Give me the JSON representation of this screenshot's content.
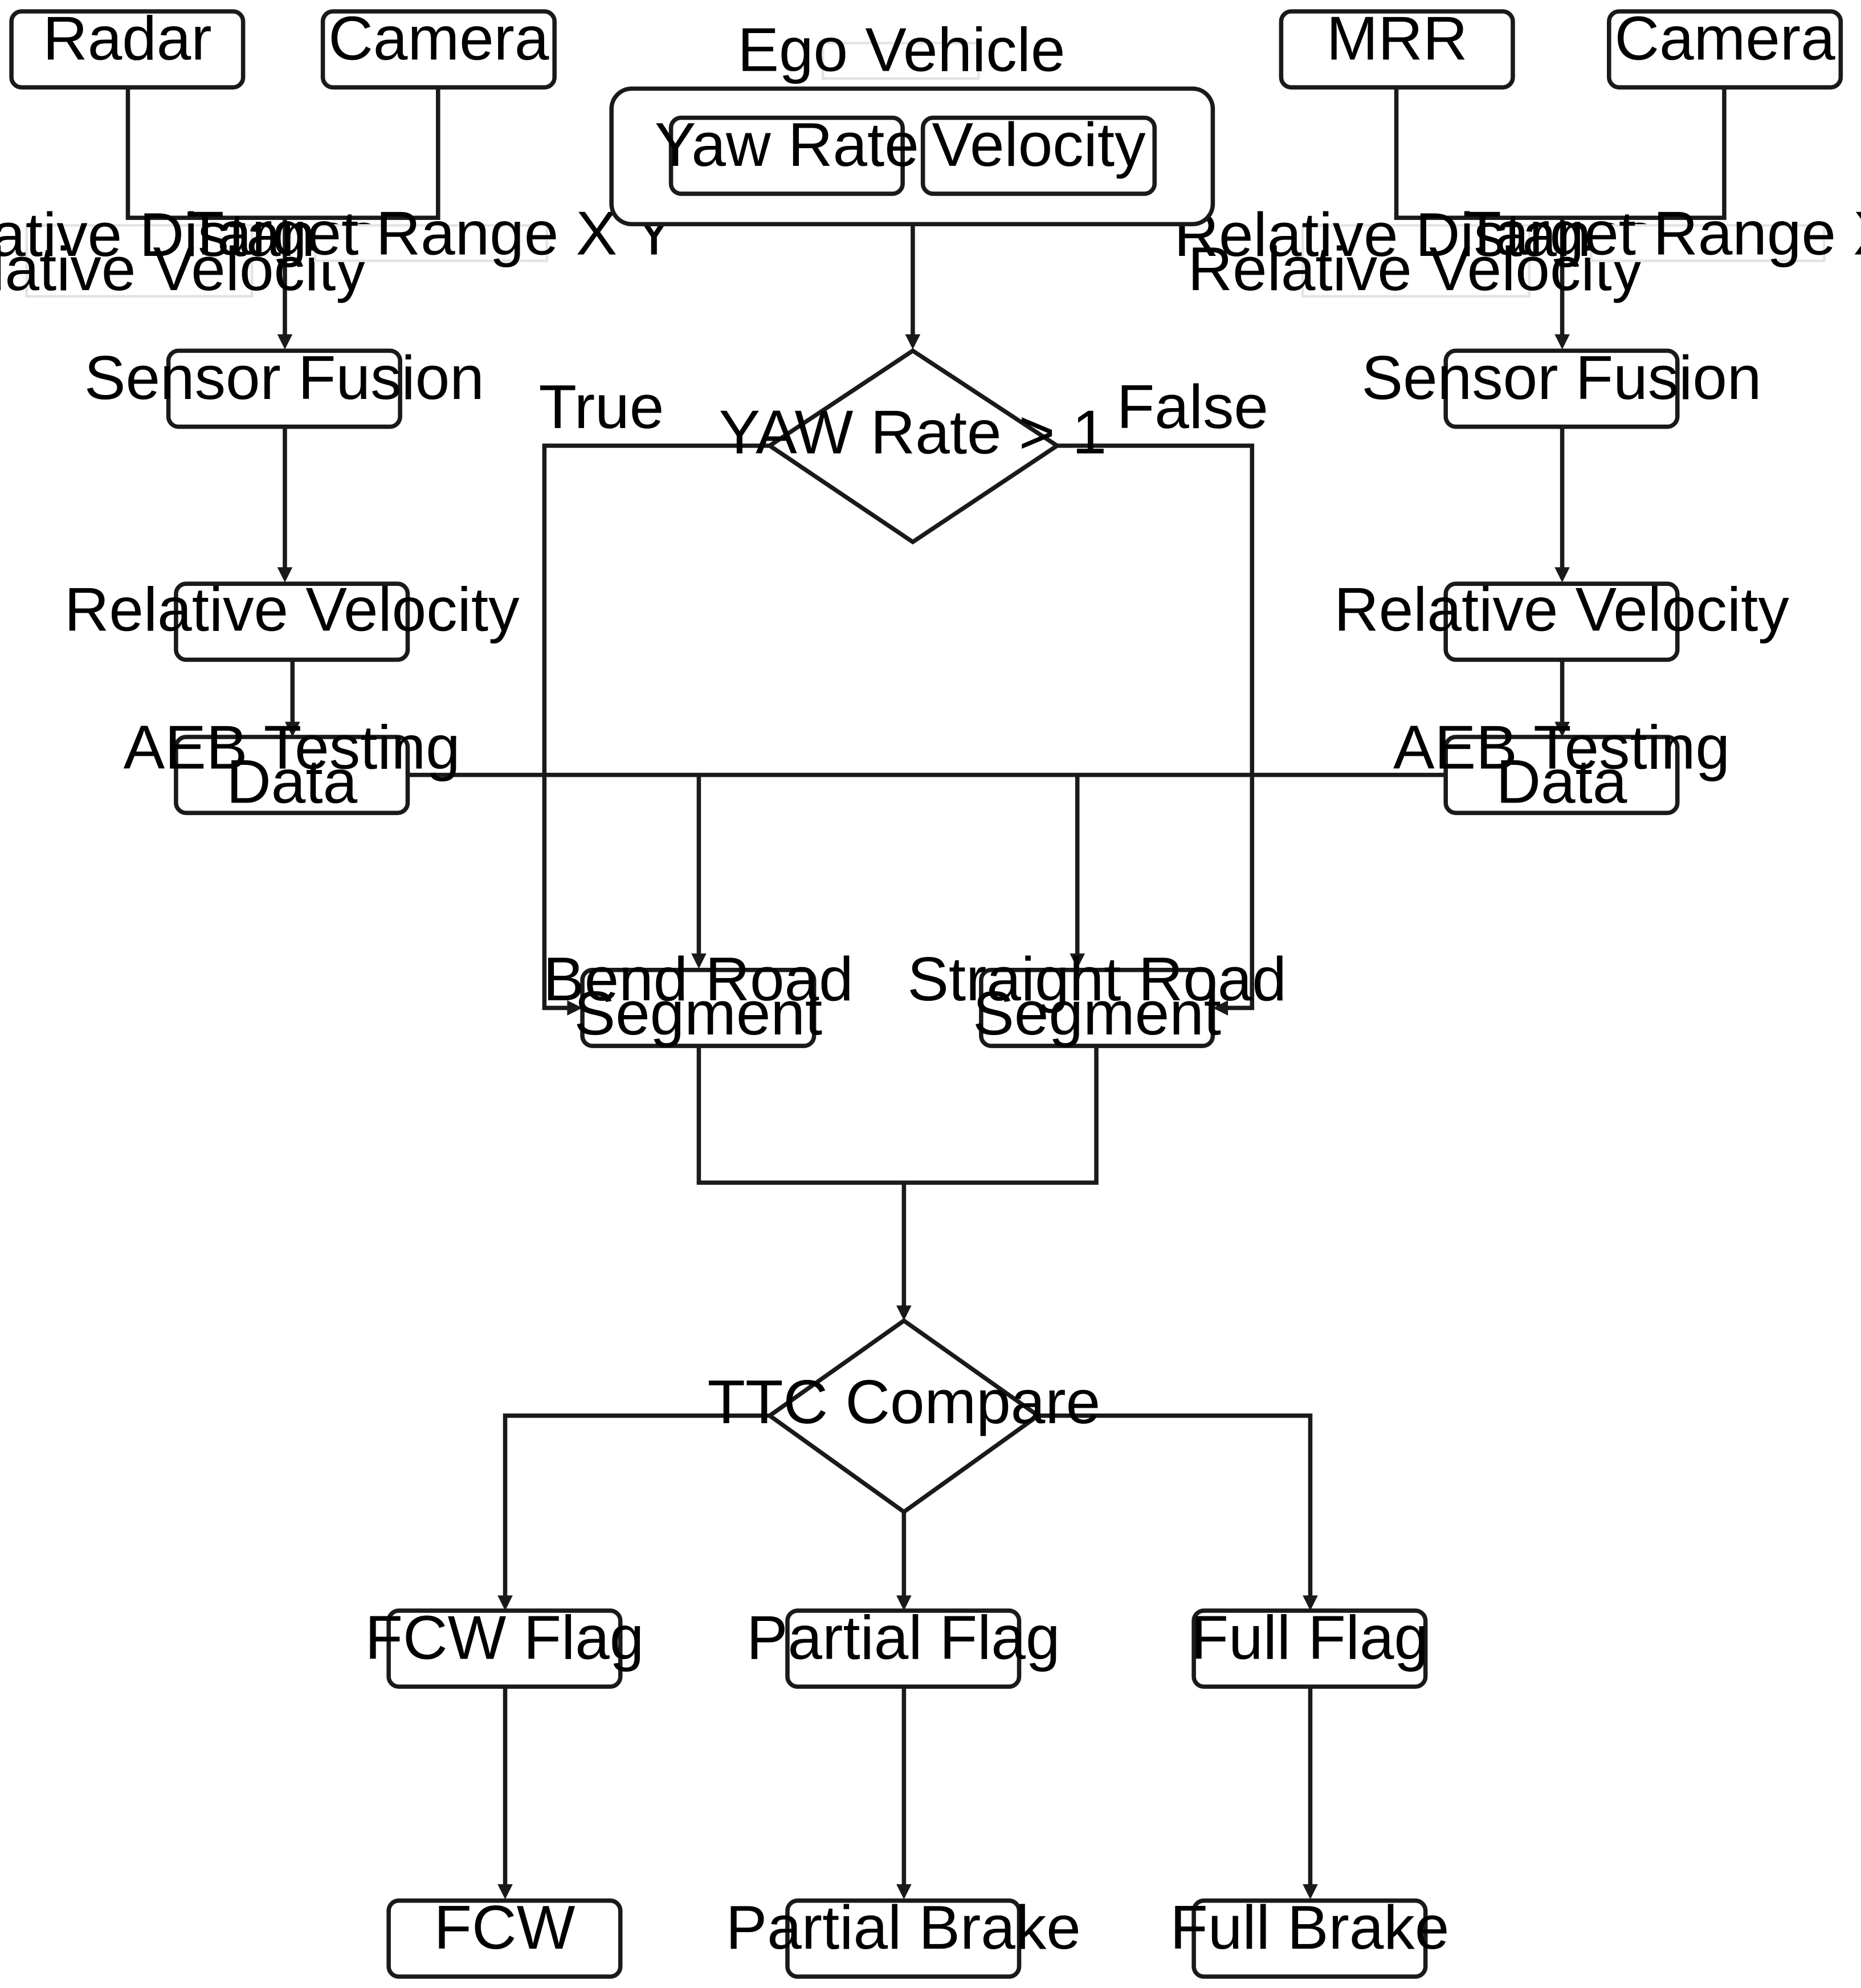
{
  "diagram": {
    "type": "flowchart",
    "left_sensors": {
      "radar": "Radar",
      "camera": "Camera",
      "edge_label_distance": "Relative Distance",
      "edge_label_velocity": "Relative Velocity",
      "edge_label_range": "Target Range X Y",
      "sensor_fusion": "Sensor Fusion",
      "relative_velocity": "Relative Velocity",
      "aeb_line1": "AEB Testing",
      "aeb_line2": "Data"
    },
    "right_sensors": {
      "mrr": "MRR",
      "camera": "Camera",
      "edge_label_distance": "Relative Distance",
      "edge_label_velocity": "Relative Velocity",
      "edge_label_range": "Target Range X Y",
      "sensor_fusion": "Sensor Fusion",
      "relative_velocity": "Relative Velocity",
      "aeb_line1": "AEB Testing",
      "aeb_line2": "Data"
    },
    "ego": {
      "title": "Ego Vehicle",
      "yaw_rate": "Yaw Rate",
      "velocity": "Velocity"
    },
    "yaw_decision": {
      "label": "YAW Rate > 1",
      "true_label": "True",
      "false_label": "False"
    },
    "segments": {
      "bend_line1": "Bend Road",
      "bend_line2": "Segment",
      "straight_line1": "Straight Road",
      "straight_line2": "Segment"
    },
    "ttc_decision": {
      "label": "TTC Compare"
    },
    "flags": {
      "fcw_flag": "FCW Flag",
      "partial_flag": "Partial Flag",
      "full_flag": "Full Flag"
    },
    "outputs": {
      "fcw": "FCW",
      "partial_brake": "Partial Brake",
      "full_brake": "Full Brake"
    }
  }
}
